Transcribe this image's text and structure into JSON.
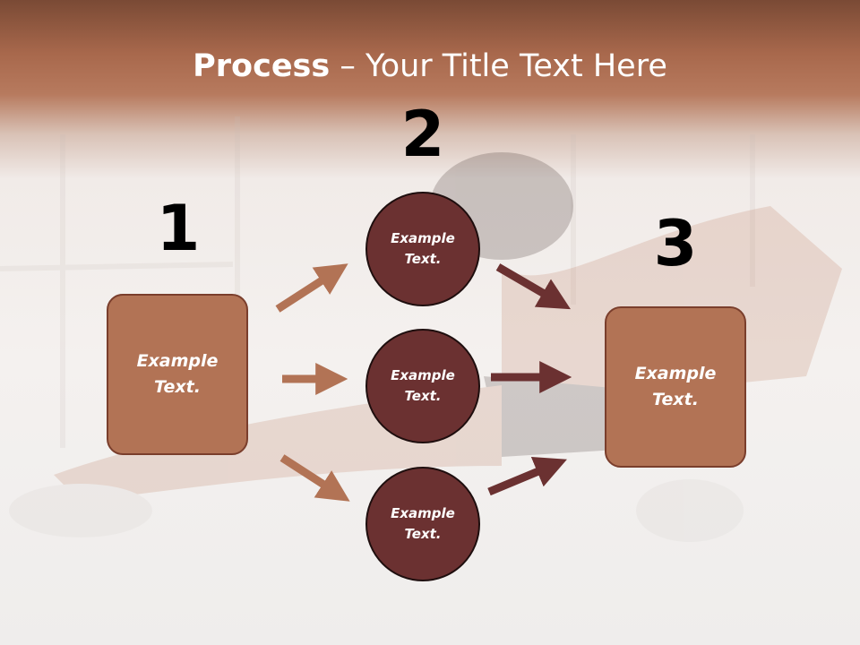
{
  "title": {
    "bold": "Process",
    "rest": " – Your Title Text Here"
  },
  "steps": [
    {
      "number": "1",
      "text": "Example Text."
    },
    {
      "number": "2"
    },
    {
      "number": "3",
      "text": "Example Text."
    }
  ],
  "circles": [
    {
      "text": "Example Text."
    },
    {
      "text": "Example Text."
    },
    {
      "text": "Example Text."
    }
  ],
  "colors": {
    "header": "#a8684c",
    "box_fill": "#b27355",
    "circle_fill": "#6b3131",
    "arrow_light": "#b27355",
    "arrow_dark": "#6b3131"
  }
}
